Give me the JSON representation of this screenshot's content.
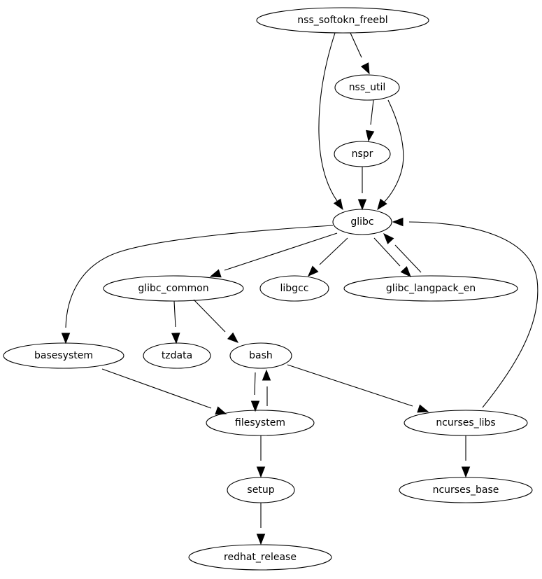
{
  "diagram": {
    "type": "directed-graph",
    "nodes": [
      {
        "id": "nss_softokn_freebl",
        "label": "nss_softokn_freebl"
      },
      {
        "id": "nss_util",
        "label": "nss_util"
      },
      {
        "id": "nspr",
        "label": "nspr"
      },
      {
        "id": "glibc",
        "label": "glibc"
      },
      {
        "id": "glibc_common",
        "label": "glibc_common"
      },
      {
        "id": "libgcc",
        "label": "libgcc"
      },
      {
        "id": "glibc_langpack_en",
        "label": "glibc_langpack_en"
      },
      {
        "id": "basesystem",
        "label": "basesystem"
      },
      {
        "id": "tzdata",
        "label": "tzdata"
      },
      {
        "id": "bash",
        "label": "bash"
      },
      {
        "id": "filesystem",
        "label": "filesystem"
      },
      {
        "id": "ncurses_libs",
        "label": "ncurses_libs"
      },
      {
        "id": "setup",
        "label": "setup"
      },
      {
        "id": "ncurses_base",
        "label": "ncurses_base"
      },
      {
        "id": "redhat_release",
        "label": "redhat_release"
      }
    ],
    "edges": [
      {
        "from": "nss_softokn_freebl",
        "to": "nss_util"
      },
      {
        "from": "nss_softokn_freebl",
        "to": "glibc"
      },
      {
        "from": "nss_util",
        "to": "nspr"
      },
      {
        "from": "nss_util",
        "to": "glibc"
      },
      {
        "from": "nspr",
        "to": "glibc"
      },
      {
        "from": "glibc",
        "to": "basesystem"
      },
      {
        "from": "glibc",
        "to": "glibc_common"
      },
      {
        "from": "glibc",
        "to": "libgcc"
      },
      {
        "from": "glibc",
        "to": "glibc_langpack_en"
      },
      {
        "from": "glibc_langpack_en",
        "to": "glibc"
      },
      {
        "from": "glibc_common",
        "to": "tzdata"
      },
      {
        "from": "glibc_common",
        "to": "bash"
      },
      {
        "from": "basesystem",
        "to": "filesystem"
      },
      {
        "from": "bash",
        "to": "filesystem"
      },
      {
        "from": "filesystem",
        "to": "bash"
      },
      {
        "from": "bash",
        "to": "ncurses_libs"
      },
      {
        "from": "ncurses_libs",
        "to": "glibc"
      },
      {
        "from": "filesystem",
        "to": "setup"
      },
      {
        "from": "ncurses_libs",
        "to": "ncurses_base"
      },
      {
        "from": "setup",
        "to": "redhat_release"
      }
    ]
  }
}
